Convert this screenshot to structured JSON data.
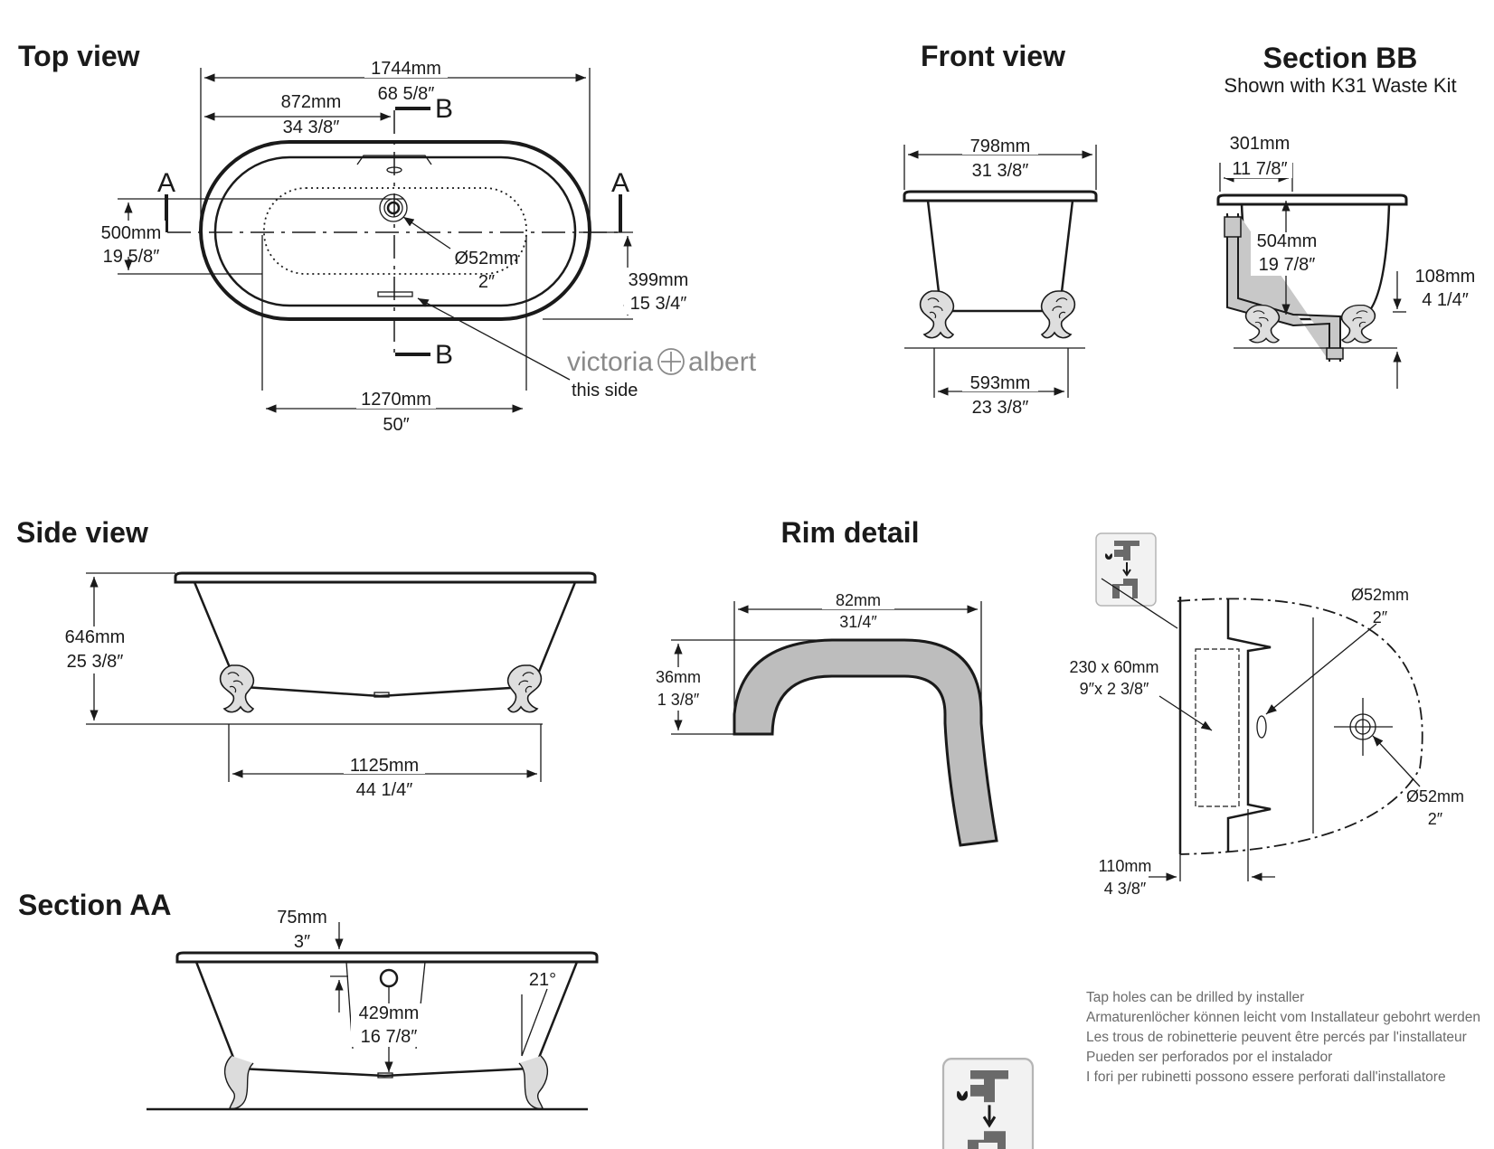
{
  "top_view": {
    "title": "Top view",
    "dim_length_mm": "1744mm",
    "dim_length_in": "68 5/8″",
    "dim_half_mm": "872mm",
    "dim_half_in": "34 3/8″",
    "dim_width_mm": "500mm",
    "dim_width_in": "19 5/8″",
    "dim_offset_mm": "399mm",
    "dim_offset_in": "15 3/4″",
    "dim_waste_mm": "Ø52mm",
    "dim_waste_in": "2″",
    "dim_inner_mm": "1270mm",
    "dim_inner_in": "50″",
    "section_a": "A",
    "section_b": "B",
    "brand_left": "victoria",
    "brand_right": "albert",
    "brand_note": "this side"
  },
  "front_view": {
    "title": "Front view",
    "dim_top_mm": "798mm",
    "dim_top_in": "31 3/8″",
    "dim_base_mm": "593mm",
    "dim_base_in": "23 3/8″"
  },
  "section_bb": {
    "title": "Section BB",
    "subtitle": "Shown with K31 Waste Kit",
    "dim_rim_mm": "301mm",
    "dim_rim_in": "11 7/8″",
    "dim_depth_mm": "504mm",
    "dim_depth_in": "19 7/8″",
    "dim_floor_mm": "108mm",
    "dim_floor_in": "4 1/4″"
  },
  "side_view": {
    "title": "Side view",
    "dim_height_mm": "646mm",
    "dim_height_in": "25 3/8″",
    "dim_feet_mm": "1125mm",
    "dim_feet_in": "44 1/4″"
  },
  "rim_detail": {
    "title": "Rim detail",
    "dim_width_mm": "82mm",
    "dim_width_in": "31/4″",
    "dim_height_mm": "36mm",
    "dim_height_in": "1 3/8″"
  },
  "tap_detail": {
    "dim_overflow_mm": "Ø52mm",
    "dim_overflow_in": "2″",
    "dim_tap_mm": "230 x 60mm",
    "dim_tap_in": "9″x 2 3/8″",
    "dim_waste_mm": "Ø52mm",
    "dim_waste_in": "2″",
    "dim_edge_mm": "110mm",
    "dim_edge_in": "4 3/8″"
  },
  "section_aa": {
    "title": "Section AA",
    "dim_top_mm": "75mm",
    "dim_top_in": "3″",
    "dim_depth_mm": "429mm",
    "dim_depth_in": "16 7/8″",
    "angle": "21°"
  },
  "tap_note": {
    "lines": [
      "Tap holes can be drilled by installer",
      "Armaturenlöcher können leicht vom Installateur gebohrt werden",
      "Les trous de robinetterie peuvent être percés par l'installateur",
      "Pueden ser perforados por el instalador",
      "I fori per rubinetti possono essere perforati dall'installatore"
    ]
  }
}
